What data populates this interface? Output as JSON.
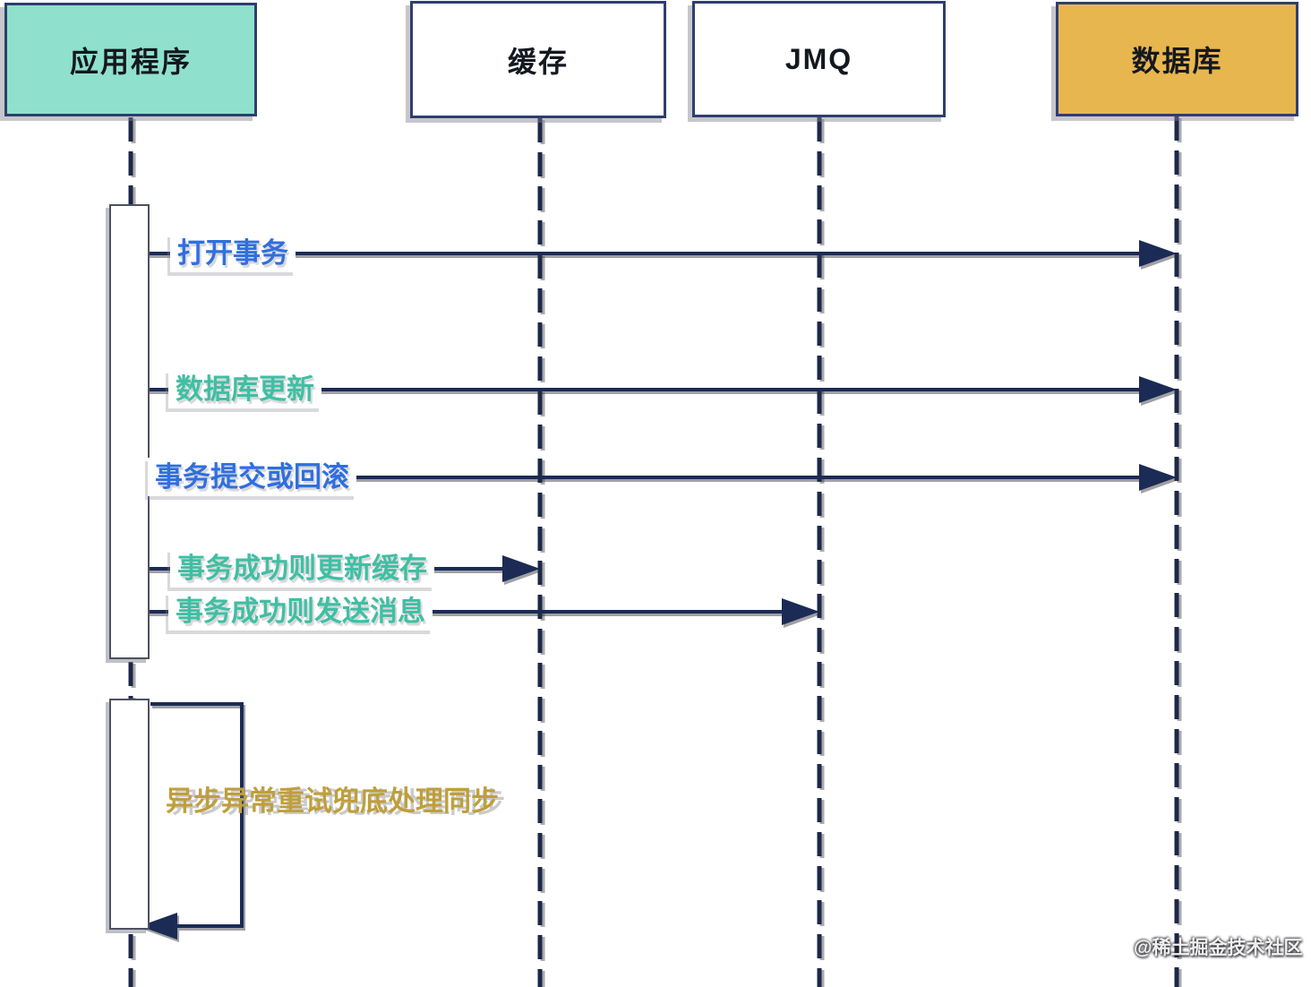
{
  "diagram": {
    "type": "sequence-diagram",
    "participants": [
      {
        "id": "app",
        "label": "应用程序",
        "fill": "#8fe0cd",
        "border": "#2f3e6e"
      },
      {
        "id": "cache",
        "label": "缓存",
        "fill": "#ffffff",
        "border": "#2f3e6e"
      },
      {
        "id": "jmq",
        "label": "JMQ",
        "fill": "#ffffff",
        "border": "#2f3e6e"
      },
      {
        "id": "db",
        "label": "数据库",
        "fill": "#e7b64e",
        "border": "#2f3e6e"
      }
    ],
    "messages": [
      {
        "label": "打开事务",
        "from": "app",
        "to": "db",
        "type": "solid-arrow",
        "color": "#2f6fe0"
      },
      {
        "label": "数据库更新",
        "from": "app",
        "to": "db",
        "type": "solid-arrow",
        "color": "#3fbfa3"
      },
      {
        "label": "事务提交或回滚",
        "from": "app",
        "to": "db",
        "type": "solid-arrow",
        "color": "#2f6fe0"
      },
      {
        "label": "事务成功则更新缓存",
        "from": "app",
        "to": "cache",
        "type": "solid-arrow",
        "color": "#3fbfa3"
      },
      {
        "label": "事务成功则发送消息",
        "from": "app",
        "to": "jmq",
        "type": "solid-arrow",
        "color": "#3fbfa3"
      },
      {
        "label": "异步异常重试兜底处理同步",
        "from": "app",
        "to": "app",
        "type": "self-loop",
        "color": "#bf9f3c"
      }
    ],
    "colors": {
      "line": "#1b2b55",
      "lifeline": "#1d2848",
      "activation_fill": "#ffffff",
      "activation_border": "#4d5263",
      "background": "#ffffff"
    },
    "watermark": "@稀土掘金技术社区"
  }
}
